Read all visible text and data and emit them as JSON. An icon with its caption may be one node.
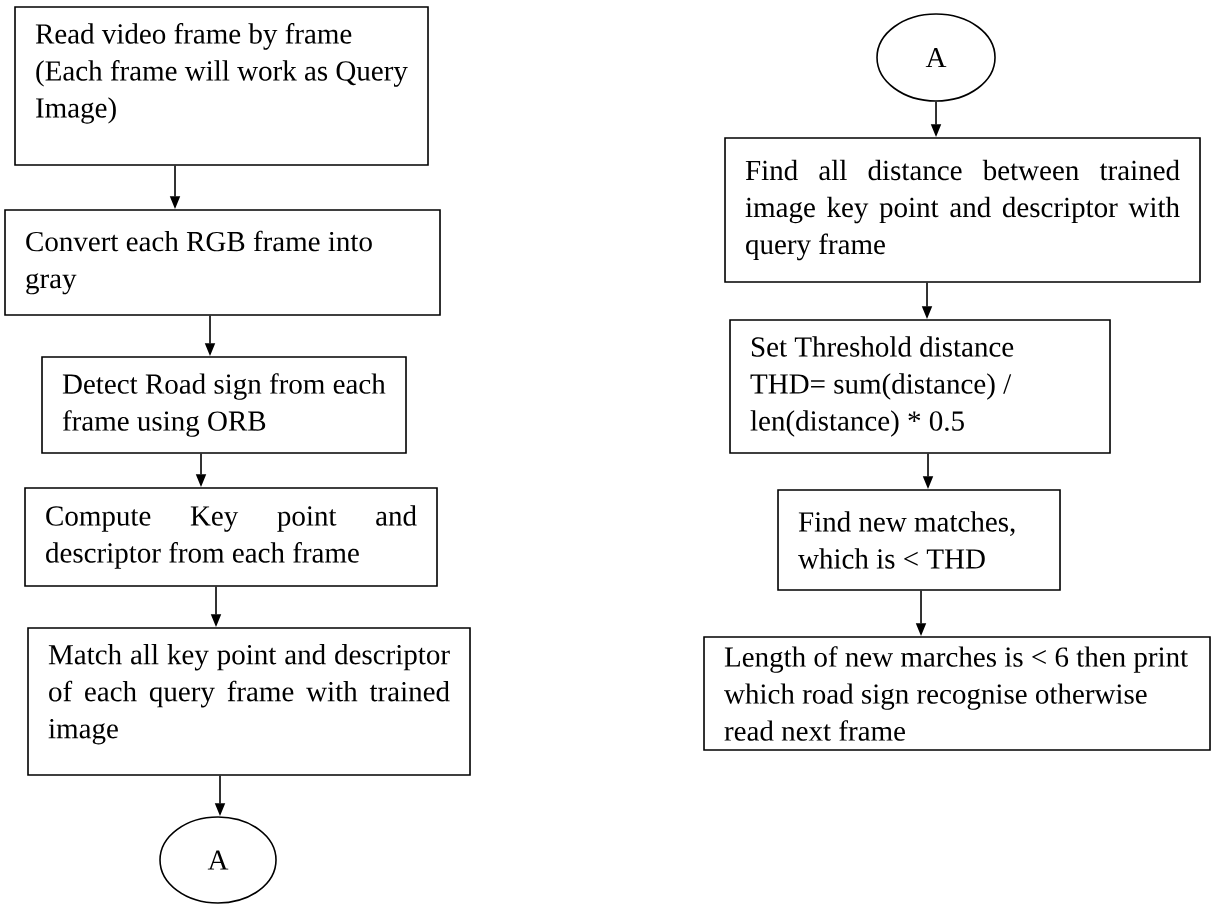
{
  "diagram": {
    "nodes": [
      {
        "text": [
          "Read video frame by frame (Each frame will work as Query Image)"
        ]
      },
      {
        "text": [
          "Convert each RGB frame into gray"
        ]
      },
      {
        "text": [
          "Detect Road sign from each frame using ORB"
        ]
      },
      {
        "text": [
          "Compute Key point and descriptor from each frame"
        ]
      },
      {
        "text": [
          "Match all key point and descriptor of each query frame with trained image"
        ]
      },
      {
        "text": [
          "A"
        ]
      },
      {
        "text": [
          "A"
        ]
      },
      {
        "text": [
          "Find all distance between trained image key point and descriptor with query frame"
        ]
      },
      {
        "text": [
          "Set Threshold distance THD= sum(distance) / len(distance) * 0.5"
        ]
      },
      {
        "text": [
          "Find new matches, which is < THD"
        ]
      },
      {
        "text": [
          "Length of new marches is < 6 then print which road sign recognise otherwise read next frame"
        ]
      }
    ],
    "edges": [
      {
        "from": 0,
        "to": 1,
        "arrow": "to"
      },
      {
        "from": 1,
        "to": 2,
        "arrow": "to"
      },
      {
        "from": 2,
        "to": 3,
        "arrow": "to"
      },
      {
        "from": 3,
        "to": 4,
        "arrow": "to"
      },
      {
        "from": 4,
        "to": 5,
        "arrow": "to"
      },
      {
        "from": 6,
        "to": 7,
        "arrow": "to"
      },
      {
        "from": 7,
        "to": 8,
        "arrow": "to"
      },
      {
        "from": 8,
        "to": 9,
        "arrow": "to"
      },
      {
        "from": 9,
        "to": 10,
        "arrow": "to"
      }
    ]
  }
}
